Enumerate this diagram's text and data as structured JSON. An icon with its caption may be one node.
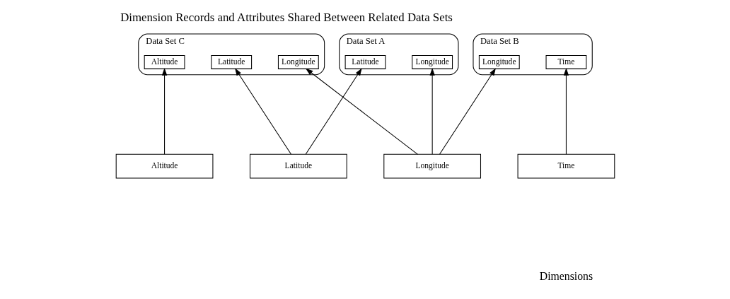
{
  "diagram": {
    "title": "Dimension Records and Attributes Shared Between Related Data Sets",
    "nodes": [
      {
        "text": [
          "Data Set A"
        ]
      },
      {
        "text": [
          "Latitude"
        ],
        "in": 0
      },
      {
        "text": [
          "Longitude"
        ],
        "in": 0
      },
      {
        "text": [
          "Data Set B"
        ]
      },
      {
        "text": [
          "Time"
        ],
        "in": 3
      },
      {
        "text": [
          "Longitude"
        ],
        "in": 3
      },
      {
        "text": [
          "Data Set C"
        ]
      },
      {
        "text": [
          "Latitude"
        ],
        "in": 6
      },
      {
        "text": [
          "Longitude"
        ],
        "in": 6
      },
      {
        "text": [
          "Altitude"
        ],
        "in": 6
      },
      {
        "text": [
          "Latitude"
        ]
      },
      {
        "text": [
          "Longitude"
        ]
      },
      {
        "text": [
          "Time"
        ]
      },
      {
        "text": [
          "Altitude"
        ]
      }
    ],
    "edges": [
      {
        "from": 10,
        "to": 1,
        "arrow": "to"
      },
      {
        "from": 10,
        "to": 7,
        "arrow": "to"
      },
      {
        "from": 11,
        "to": 2,
        "arrow": "to"
      },
      {
        "from": 11,
        "to": 5,
        "arrow": "to"
      },
      {
        "from": 11,
        "to": 8,
        "arrow": "to"
      },
      {
        "from": 12,
        "to": 4,
        "arrow": "to"
      },
      {
        "from": 13,
        "to": 9,
        "arrow": "to"
      }
    ],
    "labels": [
      "Dimensions"
    ]
  }
}
